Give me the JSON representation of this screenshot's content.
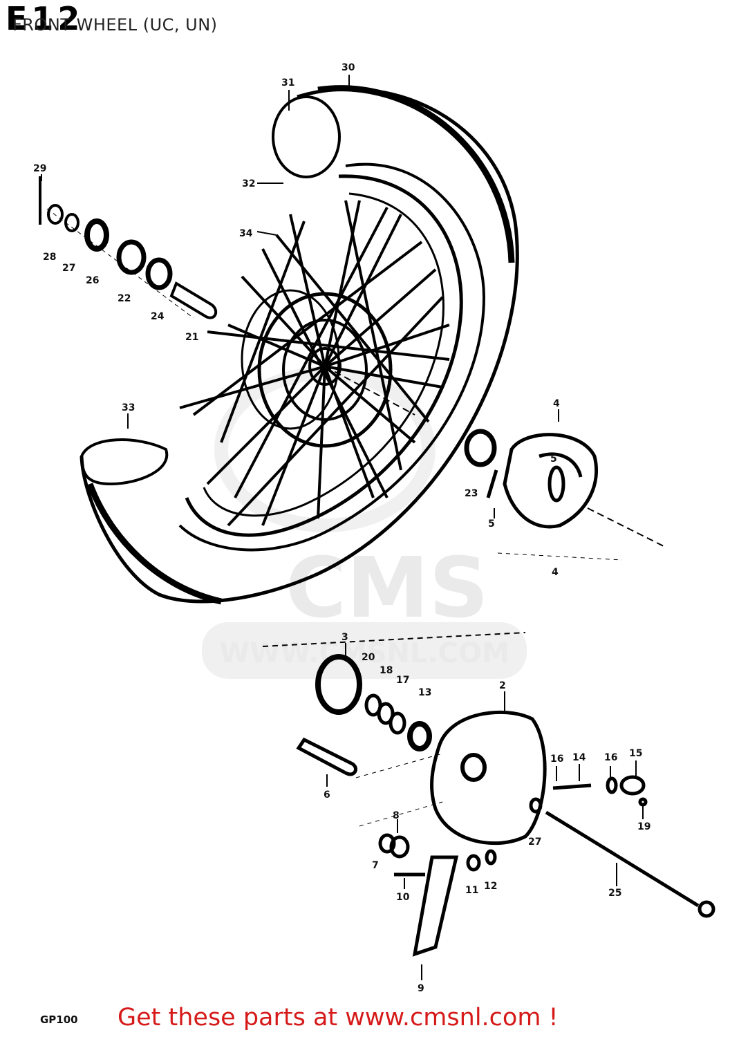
{
  "header": {
    "figure_code": "E12",
    "title": "FRONT WHEEL (UC, UN)"
  },
  "watermark": {
    "logo_text": "CMS",
    "url_text": "WWW.CMSNL.COM"
  },
  "footer": {
    "model": "GP100",
    "cta": "Get these parts at www.cmsnl.com !",
    "cta_color": "#d61a1a"
  },
  "part_labels": [
    "30",
    "31",
    "32",
    "34",
    "29",
    "28",
    "27",
    "26",
    "22",
    "24",
    "21",
    "33",
    "4",
    "5",
    "23",
    "5",
    "4",
    "3",
    "20",
    "18",
    "17",
    "13",
    "2",
    "6",
    "16",
    "14",
    "16",
    "15",
    "19",
    "8",
    "27",
    "7",
    "10",
    "11",
    "12",
    "25",
    "9"
  ]
}
